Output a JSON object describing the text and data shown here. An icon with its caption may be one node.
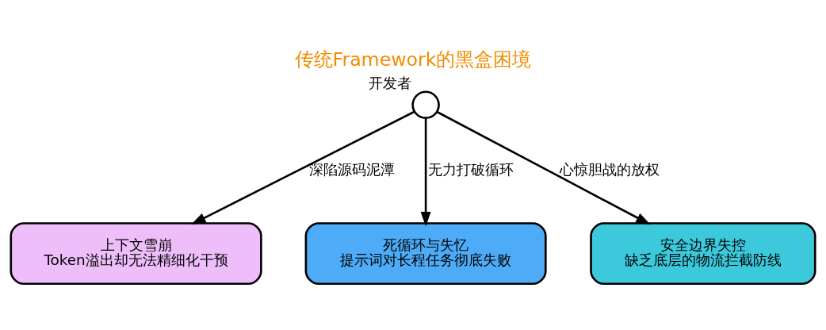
{
  "diagram": {
    "title": "传统Framework的黑盒困境",
    "nodes": [
      {
        "text": [],
        "shape": "person",
        "beside": [
          "开发者"
        ]
      },
      {
        "text": [
          "上下文雪崩",
          "Token溢出却无法精细化干预"
        ]
      },
      {
        "text": [
          "死循环与失忆",
          "提示词对长程任务彻底失败"
        ]
      },
      {
        "text": [
          "安全边界失控",
          "缺乏底层的物流拦截防线"
        ]
      }
    ],
    "edges": [
      {
        "from": 0,
        "to": 1,
        "arrow": "to",
        "label": "深陷源码泥潭"
      },
      {
        "from": 0,
        "to": 2,
        "arrow": "to",
        "label": "无力打破循环"
      },
      {
        "from": 0,
        "to": 3,
        "arrow": "to",
        "label": "心惊胆战的放权"
      }
    ]
  }
}
